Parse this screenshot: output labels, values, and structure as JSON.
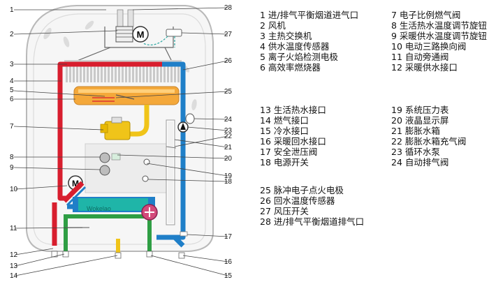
{
  "callouts": {
    "c1": "1",
    "c2": "2",
    "c3": "3",
    "c4": "4",
    "c5": "5",
    "c6": "6",
    "c7": "7",
    "c8": "8",
    "c9": "9",
    "c10": "10",
    "c11": "11",
    "c12": "12",
    "c13": "13",
    "c14": "14",
    "c15": "15",
    "c16": "16",
    "c17": "17",
    "c18": "18",
    "c19": "19",
    "c20": "20",
    "c21": "21",
    "c22": "22",
    "c23": "23",
    "c24": "24",
    "c25": "25",
    "c26": "26",
    "c27": "27",
    "c28": "28"
  },
  "fan_label": "M",
  "valve_motor_label": "M",
  "watermark": "Wokelao",
  "legend": {
    "col1_group1": [
      "1  进/排气平衡烟道进气口",
      "2  风机",
      "3  主热交换机",
      "4  供水温度传感器",
      "5  离子火焰检测电极",
      "6  高效率燃烧器"
    ],
    "col1_group2": [
      "13 生活热水接口",
      "14 燃气接口",
      "15 冷水接口",
      "16 采暖回水接口",
      "17 安全泄压阀",
      "18 电源开关"
    ],
    "col1_group3": [
      "25 脉冲电子点火电极",
      "26 回水温度传感器",
      "27 风压开关",
      "28 进/排气平衡烟道排气口"
    ],
    "col2_group1": [
      "7  电子比例燃气阀",
      "8  生活热水温度调节旋钮",
      "9  采暖供水温度调节旋钮",
      "10 电动三路换向阀",
      "11 自动旁通阀",
      "12 采暖供水接口"
    ],
    "col2_group2": [
      "19 系统压力表",
      "20 液晶显示屏",
      "21 膨胀水箱",
      "22 膨胀水箱充气阀",
      "23 循环水泵",
      "24 自动排气阀"
    ]
  },
  "colors": {
    "supply_red": "#d81e2e",
    "return_blue": "#1f7fc8",
    "gas_yellow": "#f0c419",
    "cold_green": "#2f9e44",
    "cyan_tank": "#1fb5a8",
    "pump_pink": "#d34a7a",
    "burner_orange": "#f4a83a",
    "fin_gray": "#c9c9c9"
  }
}
